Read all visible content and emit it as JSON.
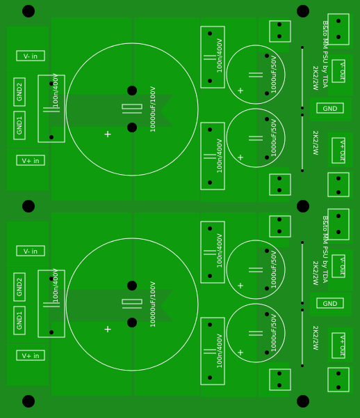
{
  "board": {
    "colors": {
      "substrate": "#1d8a1d",
      "copper": "#0e9b0e",
      "silkscreen": "#ffffff",
      "pad": "#000000"
    },
    "modules": [
      {
        "v_minus_in": "V- in",
        "v_plus_in": "V+ in",
        "gnd1": "GND1",
        "gnd2": "GND2",
        "c_input": "100n/400V",
        "c_bulk": "10000uF/100V",
        "c_top_film": "100n/400V",
        "c_bot_film": "100n/400V",
        "c_top_elec": "1000uF/50V",
        "c_bot_elec": "1000uF/50V",
        "r_top": "2K2/2W",
        "r_bot": "2K2/2W",
        "title": "B&to MM PSU by TDA",
        "v_minus_out": "V- Out",
        "v_plus_out": "V+ Out",
        "gnd_out": "GND"
      },
      {
        "v_minus_in": "V- in",
        "v_plus_in": "V+ in",
        "gnd1": "GND1",
        "gnd2": "GND2",
        "c_input": "100n/400V",
        "c_bulk": "10000uF/100V",
        "c_top_film": "100n/400V",
        "c_bot_film": "100n/400V",
        "c_top_elec": "1000uF/50V",
        "c_bot_elec": "1000uF/50V",
        "r_top": "2K2/2W",
        "r_bot": "2K2/2W",
        "title": "B&to MM PSU by TDA",
        "v_minus_out": "V- Out",
        "v_plus_out": "V+ Out",
        "gnd_out": "GND"
      }
    ]
  }
}
